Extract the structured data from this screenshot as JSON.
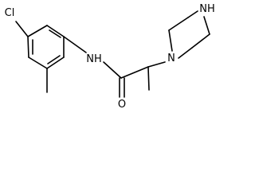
{
  "molecule": {
    "atoms": {
      "chlorine": "Cl",
      "amide_nitrogen": "NH",
      "amide_oxygen": "O",
      "piperazine_n1": "N",
      "piperazine_nh": "NH"
    },
    "colors": {
      "bond": "#000000",
      "background": "#ffffff"
    }
  }
}
